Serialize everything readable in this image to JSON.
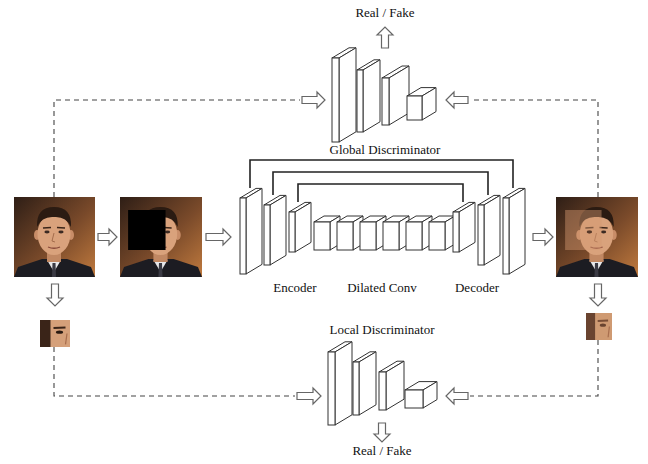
{
  "diagram": {
    "nodes": [
      {
        "text": [
          "Global Discriminator"
        ]
      },
      {
        "text": [
          "Encoder",
          "Dilated Conv",
          "Decoder"
        ]
      },
      {
        "text": [
          "Local Discriminator"
        ]
      }
    ],
    "labels": [
      "Real / Fake",
      "Real / Fake"
    ]
  }
}
